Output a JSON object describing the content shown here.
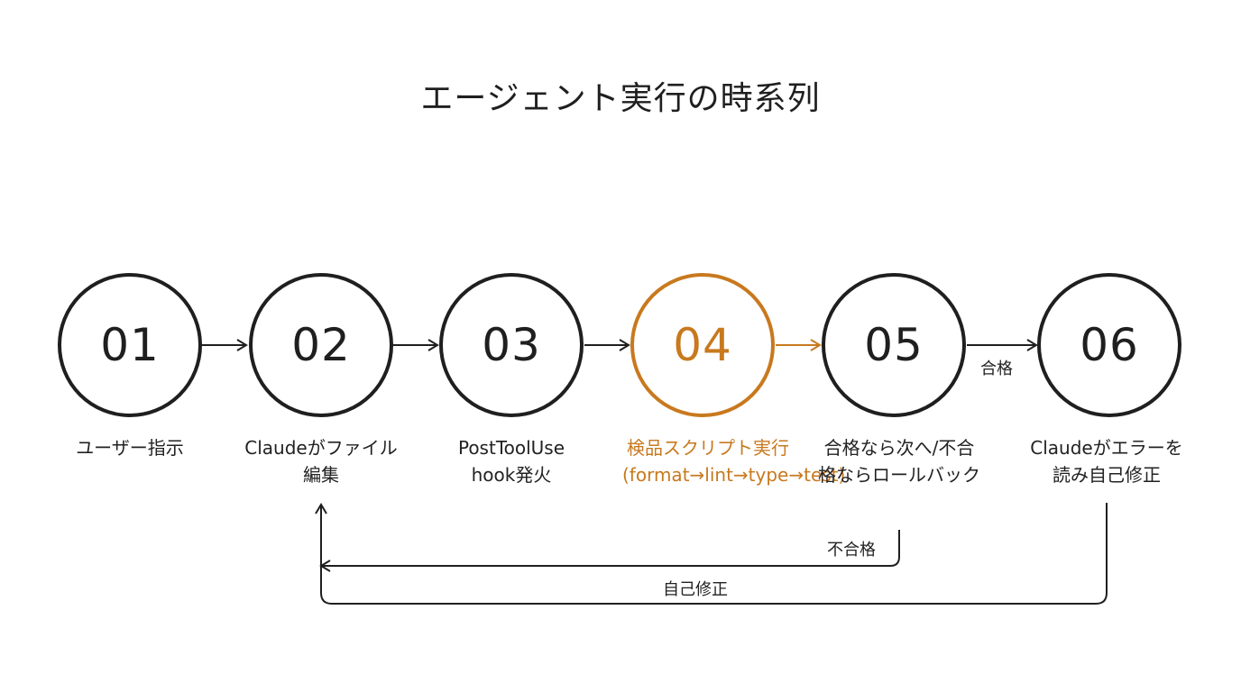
{
  "title": "エージェント実行の時系列",
  "colors": {
    "ink": "#1f1f1f",
    "accent": "#c8791e",
    "background": "#ffffff"
  },
  "steps": [
    {
      "number": "01",
      "label": "ユーザー指示",
      "highlighted": false
    },
    {
      "number": "02",
      "label": "Claudeがファイル編集",
      "highlighted": false
    },
    {
      "number": "03",
      "label": "PostToolUse hook発火",
      "highlighted": false
    },
    {
      "number": "04",
      "label": "検品スクリプト実行(format→lint→type→test)",
      "highlighted": true
    },
    {
      "number": "05",
      "label": "合格なら次へ/不合格ならロールバック",
      "highlighted": false
    },
    {
      "number": "06",
      "label": "Claudeがエラーを読み自己修正",
      "highlighted": false
    }
  ],
  "edges": {
    "pass_label": "合格",
    "fail_label": "不合格",
    "self_fix_label": "自己修正"
  }
}
